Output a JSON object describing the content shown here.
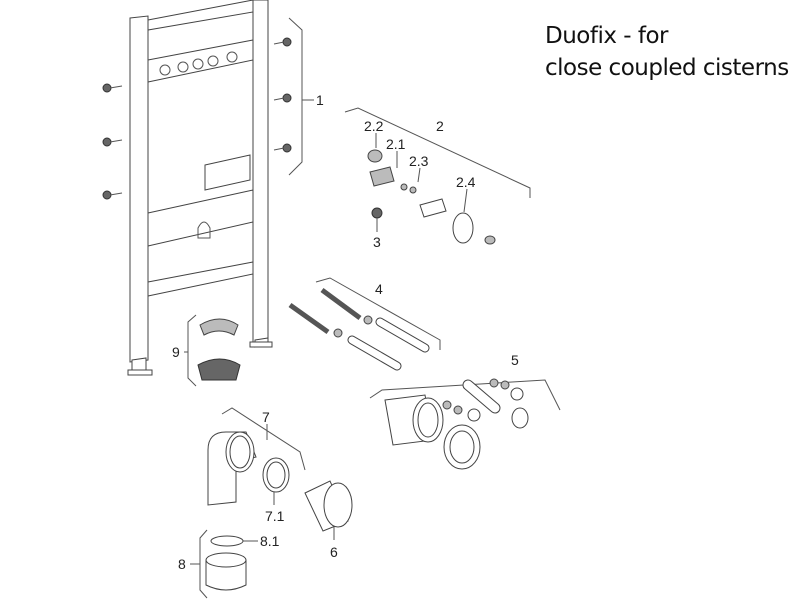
{
  "title": {
    "line1": "Duofix - for",
    "line2": "close coupled cisterns"
  },
  "part_labels": {
    "p1": "1",
    "p2": "2",
    "p2_1": "2.1",
    "p2_2": "2.2",
    "p2_3": "2.3",
    "p2_4": "2.4",
    "p3": "3",
    "p4": "4",
    "p5": "5",
    "p6": "6",
    "p7": "7",
    "p7_1": "7.1",
    "p8": "8",
    "p8_1": "8.1",
    "p9": "9"
  }
}
